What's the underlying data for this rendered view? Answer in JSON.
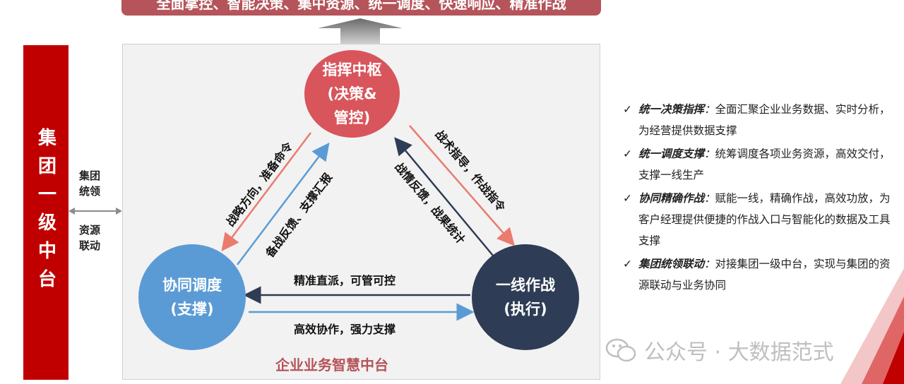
{
  "top_banner": {
    "text": "全面掌控、智能决策、集中资源、统一调度、快速响应、精准作战"
  },
  "sidebar": {
    "text": "集团一级中台"
  },
  "link": {
    "line1": "集团",
    "line2": "统领",
    "line3": "资源",
    "line4": "联动"
  },
  "panel": {
    "caption": "企业业务智慧中台"
  },
  "nodes": {
    "command": {
      "line1": "指挥中枢",
      "line2": "(决策&",
      "line3": "管控)"
    },
    "coordination": {
      "line1": "协同调度",
      "line2": "(支撑)"
    },
    "frontline": {
      "line1": "一线作战",
      "line2": "(执行)"
    }
  },
  "edges": {
    "command_to_coord": "战略方向，准备命令",
    "coord_to_command": "备战反馈、支撑汇报",
    "command_to_front": "战术指导，作战指令",
    "front_to_command": "战情反馈，战果统计",
    "front_to_coord": "精准直派，可管可控",
    "coord_to_front": "高效协作，强力支撑"
  },
  "bullets": [
    {
      "key": "统一决策指挥",
      "sep": "：",
      "text": "全面汇聚企业业务数据、实时分析，为经营提供数据支撑"
    },
    {
      "key": "统一调度支撑",
      "sep": "：",
      "text": "统筹调度各项业务资源，高效交付，支撑一线生产"
    },
    {
      "key": "协同精确作战",
      "sep": "：",
      "text": "赋能一线，精确作战，高效功放，为客户经理提供便捷的作战入口与智能化的数据及工具支撑"
    },
    {
      "key": "集团统领联动",
      "sep": "：",
      "text": "对接集团一级中台，实现与集团的资源联动与业务协同"
    }
  ],
  "watermark": {
    "text": "公众号 · 大数据范式"
  },
  "colors": {
    "command": "#d8555c",
    "coordination": "#5b9bd5",
    "frontline": "#2e3c55",
    "red_arrow": "#ea7b6f",
    "blue_arrow": "#5b9bd5",
    "dark_arrow": "#2e3c55"
  }
}
